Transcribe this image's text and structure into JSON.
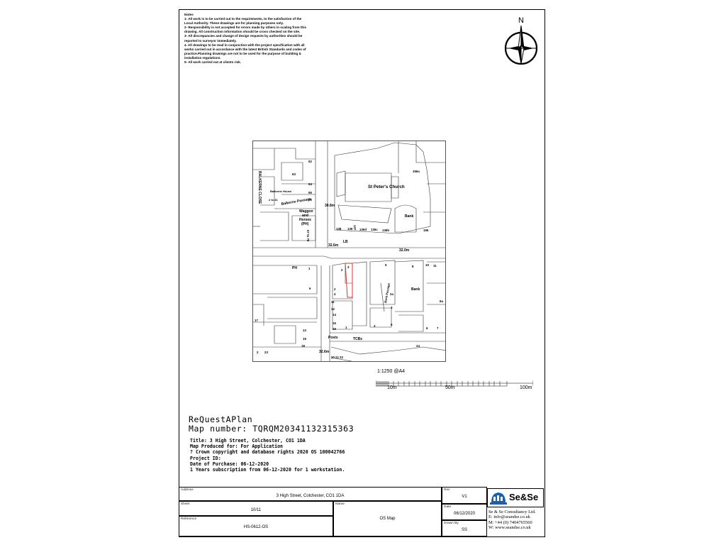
{
  "notes": {
    "heading": "Notes",
    "lines": [
      "1- All work is to be carried out to the requirements, to the satisfaction of the",
      "Local Authority. These drawings are for planning purposes only.",
      "2- Responsibility is not accepted for errors made by others in scaling from this",
      "drawing. All construction information should be cross checked on the site.",
      "3- All discrepancies and change of design requests by authorities should be",
      "reported to surveyor immediately.",
      "4. All drawings to be read in conjunction with the project specification with all",
      "works carried out in accordance with the latest British Standards and codes of",
      "practice.Planning drawings are not to be used for the purpose of building &",
      "installation regulations.",
      "5- All work carried out at clients risk."
    ]
  },
  "north_label": "N",
  "map": {
    "labels": {
      "church": "St Peter's Church",
      "bank1": "Bank",
      "bank2": "Bank",
      "balkerne_close": "BALKERNE CLOSE",
      "balkerne_house": "Balkerne House",
      "balkerne_passage": "Balkerne Passage",
      "two_to_41": "2 to 41",
      "waggon": "Waggon",
      "and": "and",
      "horses": "Horses",
      "ph1": "(PH)",
      "ph2": "PH",
      "back_passage": "Back Passage",
      "posts": "Posts",
      "tcb": "TCBs",
      "lb": "LB",
      "bm1": "30.8m",
      "bm2": "32.6m",
      "bm3": "32.0m",
      "bm4": "32.6m",
      "n63": "63",
      "n62": "62",
      "n64": "64",
      "n65": "65",
      "n66": "66",
      "n67to70": "67 to 70",
      "n156a": "156a",
      "n156": "156",
      "n138": "138",
      "n135": "135",
      "n137": "137",
      "n136d": "136d",
      "n136c": "136c",
      "n136b": "136b",
      "n1a": "1",
      "n1b": "1",
      "n2a": "2",
      "n2b": "2",
      "n2c": "2",
      "n2d": "2a",
      "n3a": "3",
      "n3b": "3",
      "n3c": "3",
      "n4": "4",
      "n5": "5",
      "n6a": "6",
      "n6b": "6",
      "n6c": "6a",
      "n7": "7",
      "n8": "8",
      "n9": "9",
      "n10": "10",
      "n11a": "11",
      "n11b": "11",
      "n12": "12",
      "n13": "13",
      "n14": "14",
      "n15": "15",
      "n16": "16",
      "n17": "17",
      "n18": "18",
      "n19": "19",
      "n20": "20",
      "n21": "21",
      "n22": "22",
      "n23": "23",
      "n24": "24"
    }
  },
  "scale": {
    "label": "1:1250 @A4",
    "ticks": [
      "10m",
      "50m",
      "100m"
    ]
  },
  "info": {
    "title_line": "ReQuestAPlan",
    "map_number": "Map number: TQRQM20341132315363",
    "lines": [
      "Title: 3 High Street, Colchester, CO1 1DA",
      "Map Produced for: For Application",
      "? Crown copyright and database rights 2020 OS 100042766",
      "Project ID:",
      "Date of Purchase: 06-12-2020",
      "1 Years subscription from 06-12-2020 for 1 workstation."
    ]
  },
  "title_block": {
    "address_label": "Address",
    "address_value": "3 High Street, Colchester, CO1 1DA",
    "sheet_label": "Sheet",
    "sheet_value": "10/11",
    "reference_label": "Reference",
    "reference_value": "HS-0612-OS",
    "name_label": "Name",
    "name_value": "OS Map",
    "rev_label": "Rev",
    "rev_value": "V1",
    "date_label": "Date",
    "date_value": "06/12/2020",
    "drawn_by_label": "Drawn By",
    "drawn_by_value": "SS"
  },
  "company": {
    "logo_text": "Se&Se",
    "lines": [
      "Se & Se Consultancy Ltd.",
      "E: info@seandse.co.uk",
      "M: +44 (0) 7404765560",
      "W: www.seandse.co.uk"
    ]
  },
  "colors": {
    "site_outline": "#e03030",
    "logo_blue": "#1f5fa8"
  }
}
